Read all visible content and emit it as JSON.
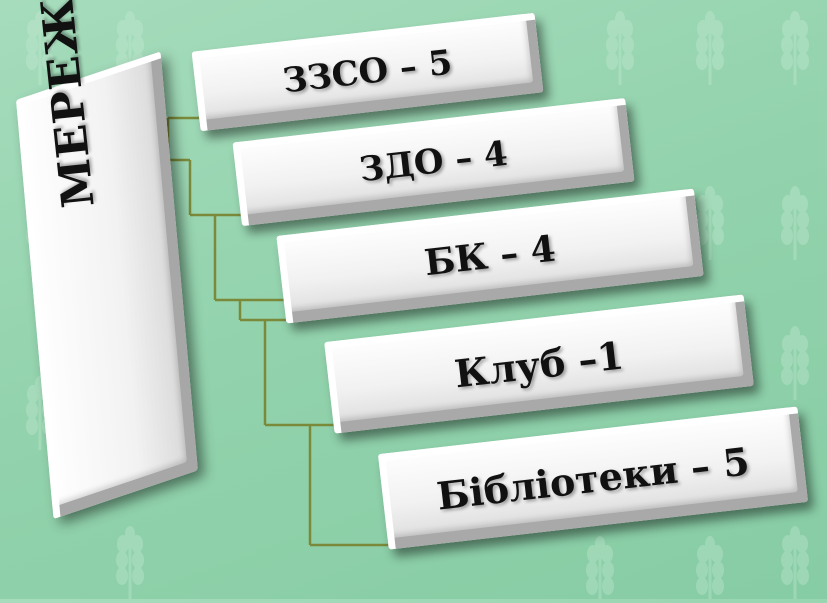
{
  "title": "МЕРЕЖА",
  "items": [
    {
      "label": "ЗЗСО – 5"
    },
    {
      "label": "ЗДО – 4"
    },
    {
      "label": "БК – 4"
    },
    {
      "label": "Клуб –1"
    },
    {
      "label": "Бібліотеки – 5"
    }
  ],
  "colors": {
    "background": "#93d3ad",
    "slab": "#f1f1f1",
    "connector": "#7a8a3a",
    "text": "#111111"
  }
}
